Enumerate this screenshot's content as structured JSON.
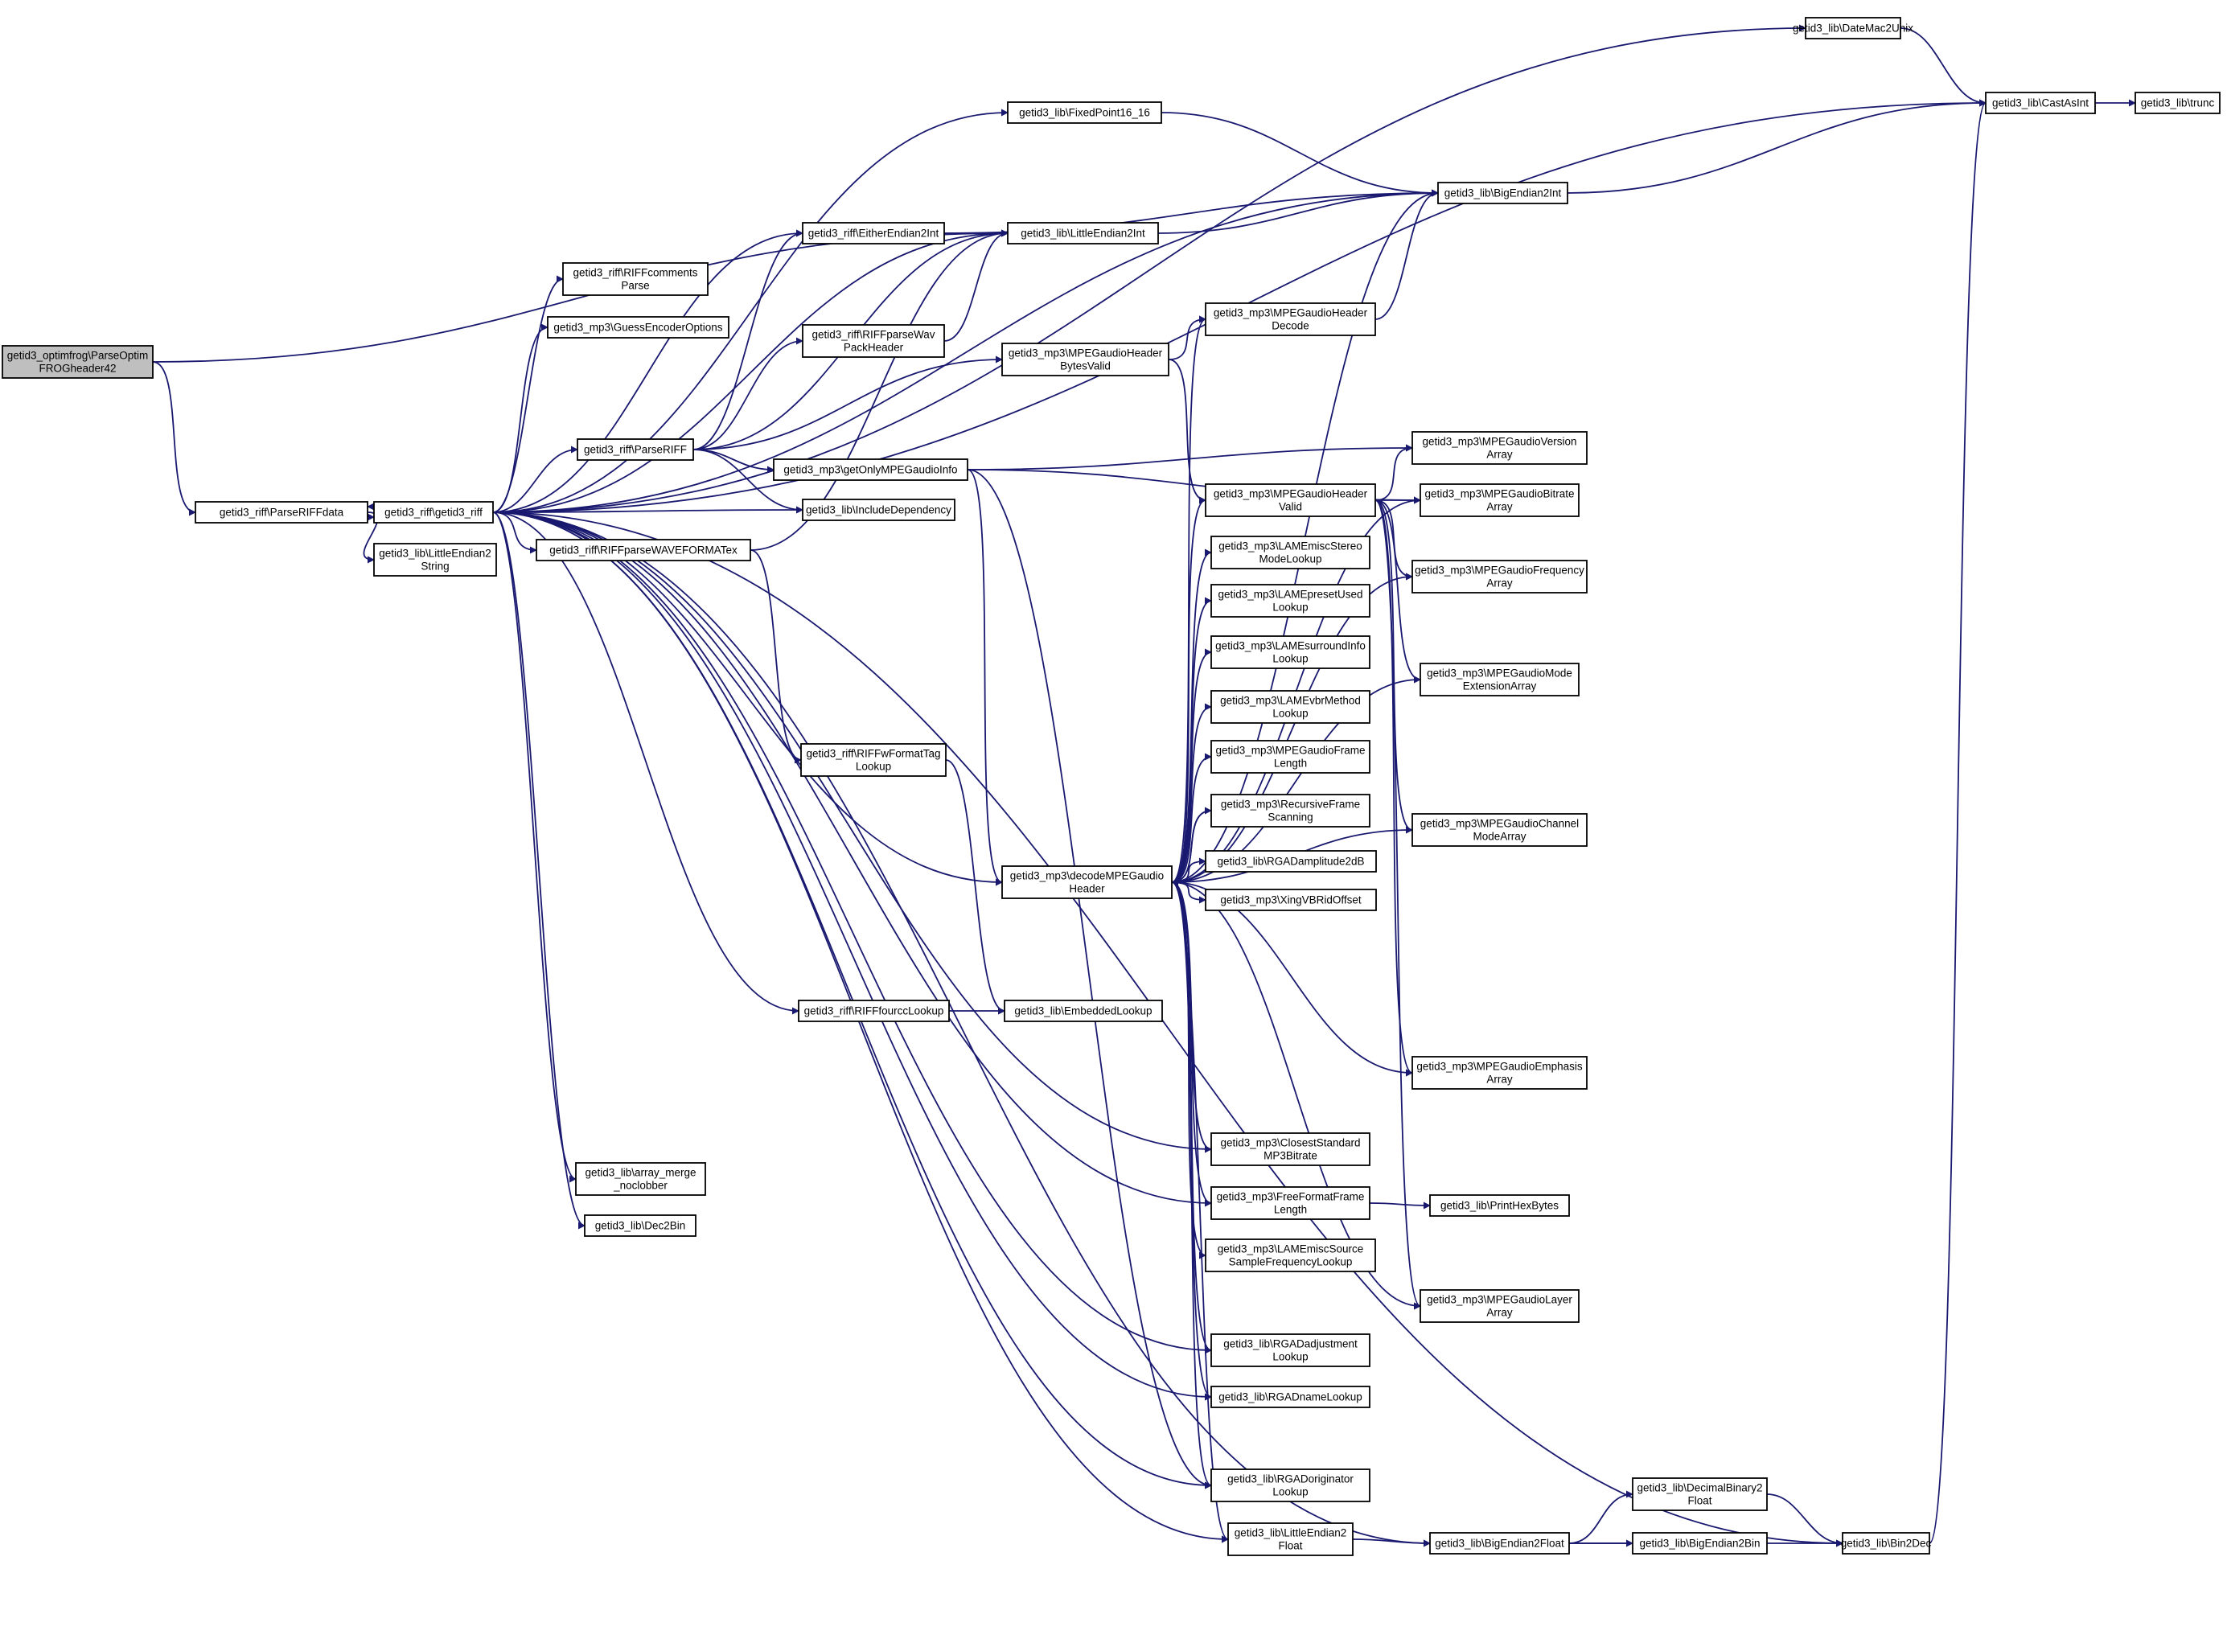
{
  "nodes": [
    {
      "id": "root",
      "lines": [
        "getid3_optimfrog\\ParseOptim",
        "FROGheader42"
      ],
      "root": true
    },
    {
      "id": "parseRIFFdata",
      "lines": [
        "getid3_riff\\ParseRIFFdata"
      ]
    },
    {
      "id": "getid3_riff",
      "lines": [
        "getid3_riff\\getid3_riff"
      ]
    },
    {
      "id": "le2string",
      "lines": [
        "getid3_lib\\LittleEndian2",
        "String"
      ]
    },
    {
      "id": "eitherEndian",
      "lines": [
        "getid3_riff\\EitherEndian2Int"
      ]
    },
    {
      "id": "riffComments",
      "lines": [
        "getid3_riff\\RIFFcomments",
        "Parse"
      ]
    },
    {
      "id": "guessEncoder",
      "lines": [
        "getid3_mp3\\GuessEncoderOptions"
      ]
    },
    {
      "id": "wavPack",
      "lines": [
        "getid3_riff\\RIFFparseWav",
        "PackHeader"
      ]
    },
    {
      "id": "parseRIFF",
      "lines": [
        "getid3_riff\\ParseRIFF"
      ]
    },
    {
      "id": "waveFormatEx",
      "lines": [
        "getid3_riff\\RIFFparseWAVEFORMATex"
      ]
    },
    {
      "id": "wFormatTag",
      "lines": [
        "getid3_riff\\RIFFwFormatTag",
        "Lookup"
      ]
    },
    {
      "id": "fourcc",
      "lines": [
        "getid3_riff\\RIFFfourccLookup"
      ]
    },
    {
      "id": "arrayMerge",
      "lines": [
        "getid3_lib\\array_merge",
        "_noclobber"
      ]
    },
    {
      "id": "dec2bin",
      "lines": [
        "getid3_lib\\Dec2Bin"
      ]
    },
    {
      "id": "fixedPoint",
      "lines": [
        "getid3_lib\\FixedPoint16_16"
      ]
    },
    {
      "id": "le2int",
      "lines": [
        "getid3_lib\\LittleEndian2Int"
      ]
    },
    {
      "id": "bytesValid",
      "lines": [
        "getid3_mp3\\MPEGaudioHeader",
        "BytesValid"
      ]
    },
    {
      "id": "getOnlyMPEG",
      "lines": [
        "getid3_mp3\\getOnlyMPEGaudioInfo"
      ]
    },
    {
      "id": "includeDep",
      "lines": [
        "getid3_lib\\IncludeDependency"
      ]
    },
    {
      "id": "embeddedLookup",
      "lines": [
        "getid3_lib\\EmbeddedLookup"
      ]
    },
    {
      "id": "decodeMPEG",
      "lines": [
        "getid3_mp3\\decodeMPEGaudio",
        "Header"
      ]
    },
    {
      "id": "headerDecode",
      "lines": [
        "getid3_mp3\\MPEGaudioHeader",
        "Decode"
      ]
    },
    {
      "id": "headerValid",
      "lines": [
        "getid3_mp3\\MPEGaudioHeader",
        "Valid"
      ]
    },
    {
      "id": "lameStereo",
      "lines": [
        "getid3_mp3\\LAMEmiscStereo",
        "ModeLookup"
      ]
    },
    {
      "id": "lamePreset",
      "lines": [
        "getid3_mp3\\LAMEpresetUsed",
        "Lookup"
      ]
    },
    {
      "id": "lameSurround",
      "lines": [
        "getid3_mp3\\LAMEsurroundInfo",
        "Lookup"
      ]
    },
    {
      "id": "lameVbr",
      "lines": [
        "getid3_mp3\\LAMEvbrMethod",
        "Lookup"
      ]
    },
    {
      "id": "frameLength",
      "lines": [
        "getid3_mp3\\MPEGaudioFrame",
        "Length"
      ]
    },
    {
      "id": "recursiveFrame",
      "lines": [
        "getid3_mp3\\RecursiveFrame",
        "Scanning"
      ]
    },
    {
      "id": "rgadAmp",
      "lines": [
        "getid3_lib\\RGADamplitude2dB"
      ]
    },
    {
      "id": "xingVBR",
      "lines": [
        "getid3_mp3\\XingVBRidOffset"
      ]
    },
    {
      "id": "closestBitrate",
      "lines": [
        "getid3_mp3\\ClosestStandard",
        "MP3Bitrate"
      ]
    },
    {
      "id": "freeFormat",
      "lines": [
        "getid3_mp3\\FreeFormatFrame",
        "Length"
      ]
    },
    {
      "id": "lameSource",
      "lines": [
        "getid3_mp3\\LAMEmiscSource",
        "SampleFrequencyLookup"
      ]
    },
    {
      "id": "rgadAdjust",
      "lines": [
        "getid3_lib\\RGADadjustment",
        "Lookup"
      ]
    },
    {
      "id": "rgadName",
      "lines": [
        "getid3_lib\\RGADnameLookup"
      ]
    },
    {
      "id": "rgadOrig",
      "lines": [
        "getid3_lib\\RGADoriginator",
        "Lookup"
      ]
    },
    {
      "id": "le2float",
      "lines": [
        "getid3_lib\\LittleEndian2",
        "Float"
      ]
    },
    {
      "id": "dateMac",
      "lines": [
        "getid3_lib\\DateMac2Unix"
      ]
    },
    {
      "id": "castAsInt",
      "lines": [
        "getid3_lib\\CastAsInt"
      ]
    },
    {
      "id": "trunc",
      "lines": [
        "getid3_lib\\trunc"
      ]
    },
    {
      "id": "be2int",
      "lines": [
        "getid3_lib\\BigEndian2Int"
      ]
    },
    {
      "id": "versionArray",
      "lines": [
        "getid3_mp3\\MPEGaudioVersion",
        "Array"
      ]
    },
    {
      "id": "bitrateArray",
      "lines": [
        "getid3_mp3\\MPEGaudioBitrate",
        "Array"
      ]
    },
    {
      "id": "frequencyArray",
      "lines": [
        "getid3_mp3\\MPEGaudioFrequency",
        "Array"
      ]
    },
    {
      "id": "modeExtArray",
      "lines": [
        "getid3_mp3\\MPEGaudioMode",
        "ExtensionArray"
      ]
    },
    {
      "id": "channelModeArray",
      "lines": [
        "getid3_mp3\\MPEGaudioChannel",
        "ModeArray"
      ]
    },
    {
      "id": "emphasisArray",
      "lines": [
        "getid3_mp3\\MPEGaudioEmphasis",
        "Array"
      ]
    },
    {
      "id": "printHex",
      "lines": [
        "getid3_lib\\PrintHexBytes"
      ]
    },
    {
      "id": "layerArray",
      "lines": [
        "getid3_mp3\\MPEGaudioLayer",
        "Array"
      ]
    },
    {
      "id": "be2float",
      "lines": [
        "getid3_lib\\BigEndian2Float"
      ]
    },
    {
      "id": "decBinFloat",
      "lines": [
        "getid3_lib\\DecimalBinary2",
        "Float"
      ]
    },
    {
      "id": "be2bin",
      "lines": [
        "getid3_lib\\BigEndian2Bin"
      ]
    },
    {
      "id": "bin2dec",
      "lines": [
        "getid3_lib\\Bin2Dec"
      ]
    }
  ],
  "edges": [
    [
      "root",
      "parseRIFFdata"
    ],
    [
      "root",
      "le2int"
    ],
    [
      "parseRIFFdata",
      "getid3_riff"
    ],
    [
      "parseRIFFdata",
      "le2string"
    ],
    [
      "getid3_riff",
      "parseRIFFdata"
    ],
    [
      "getid3_riff",
      "dateMac"
    ],
    [
      "getid3_riff",
      "castAsInt"
    ],
    [
      "getid3_riff",
      "fixedPoint"
    ],
    [
      "getid3_riff",
      "be2int"
    ],
    [
      "getid3_riff",
      "eitherEndian"
    ],
    [
      "getid3_riff",
      "le2int"
    ],
    [
      "getid3_riff",
      "riffComments"
    ],
    [
      "getid3_riff",
      "guessEncoder"
    ],
    [
      "getid3_riff",
      "parseRIFF"
    ],
    [
      "getid3_riff",
      "includeDep"
    ],
    [
      "getid3_riff",
      "waveFormatEx"
    ],
    [
      "getid3_riff",
      "fourcc"
    ],
    [
      "getid3_riff",
      "arrayMerge"
    ],
    [
      "getid3_riff",
      "dec2bin"
    ],
    [
      "getid3_riff",
      "decodeMPEG"
    ],
    [
      "getid3_riff",
      "closestBitrate"
    ],
    [
      "getid3_riff",
      "freeFormat"
    ],
    [
      "getid3_riff",
      "rgadAdjust"
    ],
    [
      "getid3_riff",
      "rgadName"
    ],
    [
      "getid3_riff",
      "rgadOrig"
    ],
    [
      "getid3_riff",
      "le2float"
    ],
    [
      "getid3_riff",
      "be2float"
    ],
    [
      "getid3_riff",
      "bin2dec"
    ],
    [
      "parseRIFF",
      "eitherEndian"
    ],
    [
      "parseRIFF",
      "le2int"
    ],
    [
      "parseRIFF",
      "wavPack"
    ],
    [
      "parseRIFF",
      "bytesValid"
    ],
    [
      "parseRIFF",
      "getOnlyMPEG"
    ],
    [
      "parseRIFF",
      "includeDep"
    ],
    [
      "eitherEndian",
      "le2int"
    ],
    [
      "eitherEndian",
      "be2int"
    ],
    [
      "wavPack",
      "le2int"
    ],
    [
      "waveFormatEx",
      "wFormatTag"
    ],
    [
      "waveFormatEx",
      "le2int"
    ],
    [
      "wFormatTag",
      "embeddedLookup"
    ],
    [
      "fourcc",
      "embeddedLookup"
    ],
    [
      "fixedPoint",
      "be2int"
    ],
    [
      "le2int",
      "be2int"
    ],
    [
      "be2int",
      "castAsInt"
    ],
    [
      "dateMac",
      "castAsInt"
    ],
    [
      "castAsInt",
      "trunc"
    ],
    [
      "getOnlyMPEG",
      "versionArray"
    ],
    [
      "getOnlyMPEG",
      "bitrateArray"
    ],
    [
      "getOnlyMPEG",
      "decodeMPEG"
    ],
    [
      "getOnlyMPEG",
      "rgadOrig"
    ],
    [
      "bytesValid",
      "headerDecode"
    ],
    [
      "bytesValid",
      "headerValid"
    ],
    [
      "headerDecode",
      "be2int"
    ],
    [
      "headerValid",
      "versionArray"
    ],
    [
      "headerValid",
      "bitrateArray"
    ],
    [
      "headerValid",
      "frequencyArray"
    ],
    [
      "headerValid",
      "modeExtArray"
    ],
    [
      "headerValid",
      "channelModeArray"
    ],
    [
      "headerValid",
      "emphasisArray"
    ],
    [
      "headerValid",
      "layerArray"
    ],
    [
      "decodeMPEG",
      "headerDecode"
    ],
    [
      "decodeMPEG",
      "be2int"
    ],
    [
      "decodeMPEG",
      "headerValid"
    ],
    [
      "decodeMPEG",
      "lameStereo"
    ],
    [
      "decodeMPEG",
      "lamePreset"
    ],
    [
      "decodeMPEG",
      "lameSurround"
    ],
    [
      "decodeMPEG",
      "lameVbr"
    ],
    [
      "decodeMPEG",
      "frameLength"
    ],
    [
      "decodeMPEG",
      "recursiveFrame"
    ],
    [
      "decodeMPEG",
      "rgadAmp"
    ],
    [
      "decodeMPEG",
      "xingVBR"
    ],
    [
      "decodeMPEG",
      "bitrateArray"
    ],
    [
      "decodeMPEG",
      "frequencyArray"
    ],
    [
      "decodeMPEG",
      "modeExtArray"
    ],
    [
      "decodeMPEG",
      "channelModeArray"
    ],
    [
      "decodeMPEG",
      "emphasisArray"
    ],
    [
      "decodeMPEG",
      "closestBitrate"
    ],
    [
      "decodeMPEG",
      "freeFormat"
    ],
    [
      "decodeMPEG",
      "lameSource"
    ],
    [
      "decodeMPEG",
      "rgadAdjust"
    ],
    [
      "decodeMPEG",
      "rgadName"
    ],
    [
      "decodeMPEG",
      "rgadOrig"
    ],
    [
      "decodeMPEG",
      "le2float"
    ],
    [
      "decodeMPEG",
      "layerArray"
    ],
    [
      "recursiveFrame",
      "decodeMPEG"
    ],
    [
      "freeFormat",
      "printHex"
    ],
    [
      "le2float",
      "be2float"
    ],
    [
      "be2float",
      "decBinFloat"
    ],
    [
      "be2float",
      "be2bin"
    ],
    [
      "be2float",
      "bin2dec"
    ],
    [
      "decBinFloat",
      "bin2dec"
    ],
    [
      "bin2dec",
      "castAsInt"
    ]
  ]
}
